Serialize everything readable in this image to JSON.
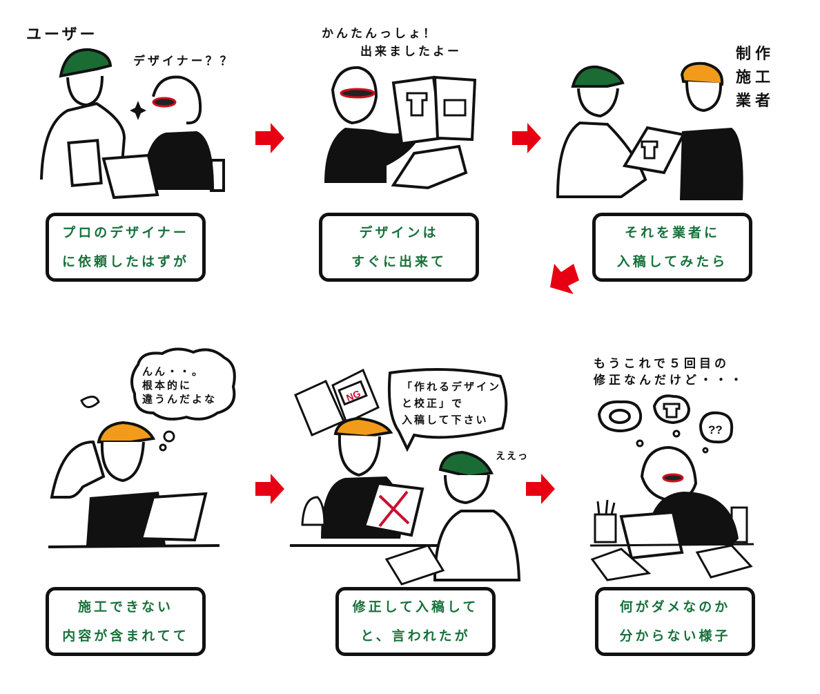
{
  "colors": {
    "caption_text": "#17703a",
    "caption_border": "#111111",
    "arrow": "#e60012",
    "user_cap": "#1b6b35",
    "contractor_cap": "#f29b1a",
    "glasses": "#d0101e"
  },
  "panels": [
    {
      "id": 1,
      "labels": {
        "user": "ユーザー",
        "designer": "デザイナー？？"
      },
      "caption": [
        "プロのデザイナー",
        "に依頼したはずが"
      ]
    },
    {
      "id": 2,
      "speech": [
        "かんたんっしょ！",
        "出来ましたよー"
      ],
      "caption": [
        "デザインは",
        "すぐに出来て"
      ]
    },
    {
      "id": 3,
      "label_vertical": [
        "制作",
        "施工",
        "業者"
      ],
      "label_chars": [
        "制",
        "施",
        "業",
        "作",
        "工",
        "者"
      ],
      "caption": [
        "それを業者に",
        "入稿してみたら"
      ]
    },
    {
      "id": 4,
      "thought": [
        "んん・・。",
        "根本的に",
        "違うんだよな"
      ],
      "caption": [
        "施工できない",
        "内容が含まれてて"
      ]
    },
    {
      "id": 5,
      "speech": [
        "「作れるデザイン",
        "と校正」で",
        "入稿して下さい"
      ],
      "reaction": "ええっ",
      "sign_text": "NG",
      "caption": [
        "修正して入稿して",
        "と、言われたが"
      ]
    },
    {
      "id": 6,
      "speech": [
        "もうこれで５回目の",
        "修正なんだけど・・・"
      ],
      "thought_bubble_text": "??",
      "caption": [
        "何がダメなのか",
        "分からない様子"
      ]
    }
  ],
  "arrows": [
    {
      "from": 1,
      "to": 2,
      "direction": "right"
    },
    {
      "from": 2,
      "to": 3,
      "direction": "right"
    },
    {
      "from": 3,
      "to": 4,
      "direction": "down-left"
    },
    {
      "from": 4,
      "to": 5,
      "direction": "right"
    },
    {
      "from": 5,
      "to": 6,
      "direction": "right"
    }
  ]
}
